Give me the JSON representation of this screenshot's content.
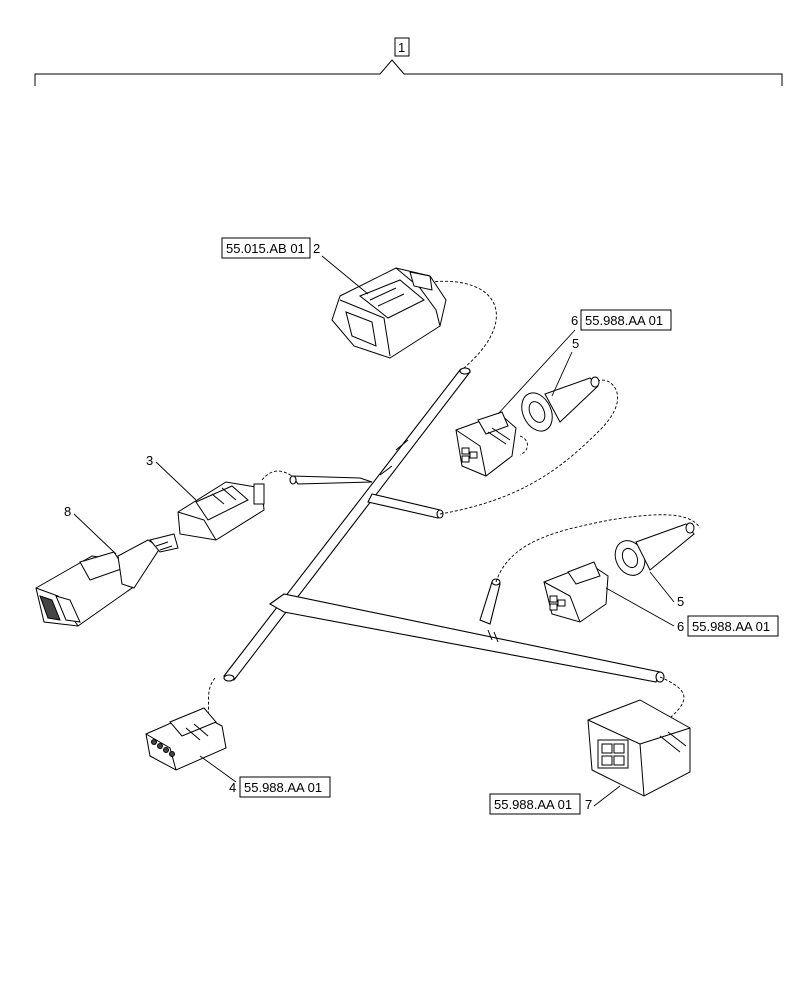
{
  "assembly": {
    "item": "1"
  },
  "callouts": [
    {
      "item": "2",
      "ref": "55.015.AB 01"
    },
    {
      "item": "6",
      "ref": "55.988.AA 01"
    },
    {
      "item": "5",
      "ref": ""
    },
    {
      "item": "3",
      "ref": ""
    },
    {
      "item": "8",
      "ref": ""
    },
    {
      "item": "5",
      "ref": ""
    },
    {
      "item": "6",
      "ref": "55.988.AA 01"
    },
    {
      "item": "4",
      "ref": "55.988.AA 01"
    },
    {
      "item": "7",
      "ref": "55.988.AA 01"
    }
  ]
}
